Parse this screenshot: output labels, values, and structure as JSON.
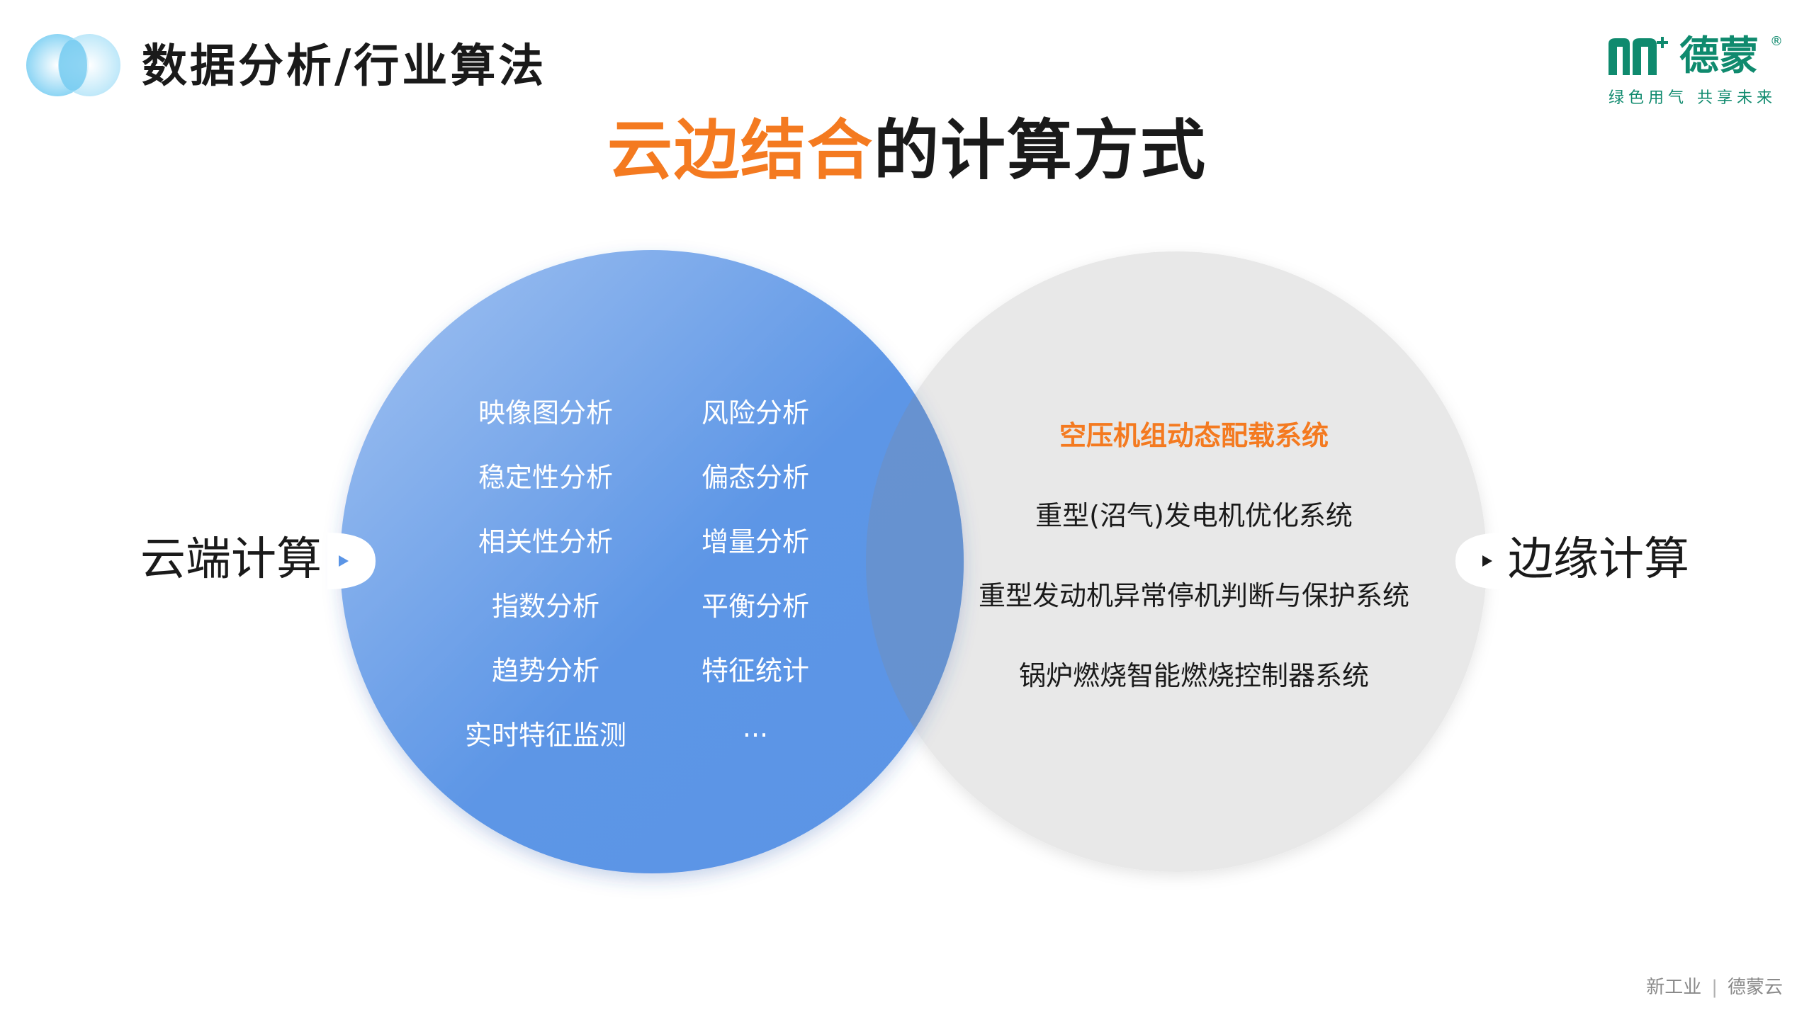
{
  "header": {
    "title": "数据分析/行业算法"
  },
  "brand": {
    "name": "德蒙",
    "reg_mark": "®",
    "slogan": "绿色用气 共享未来"
  },
  "headline": {
    "accent": "云边结合",
    "rest": "的计算方式"
  },
  "cloud": {
    "label": "云端计算",
    "color": "#5b95e6",
    "items_left": [
      "映像图分析",
      "稳定性分析",
      "相关性分析",
      "指数分析",
      "趋势分析",
      "实时特征监测"
    ],
    "items_right": [
      "风险分析",
      "偏态分析",
      "增量分析",
      "平衡分析",
      "特征统计",
      "···"
    ]
  },
  "edge": {
    "label": "边缘计算",
    "color": "#e6e6e6",
    "highlight_color": "#f47a20",
    "items": [
      "空压机组动态配载系统",
      "重型(沼气)发电机优化系统",
      "重型发动机异常停机判断与保护系统",
      "锅炉燃烧智能燃烧控制器系统"
    ]
  },
  "footer": {
    "left": "新工业",
    "separator": "|",
    "right": "德蒙云"
  }
}
